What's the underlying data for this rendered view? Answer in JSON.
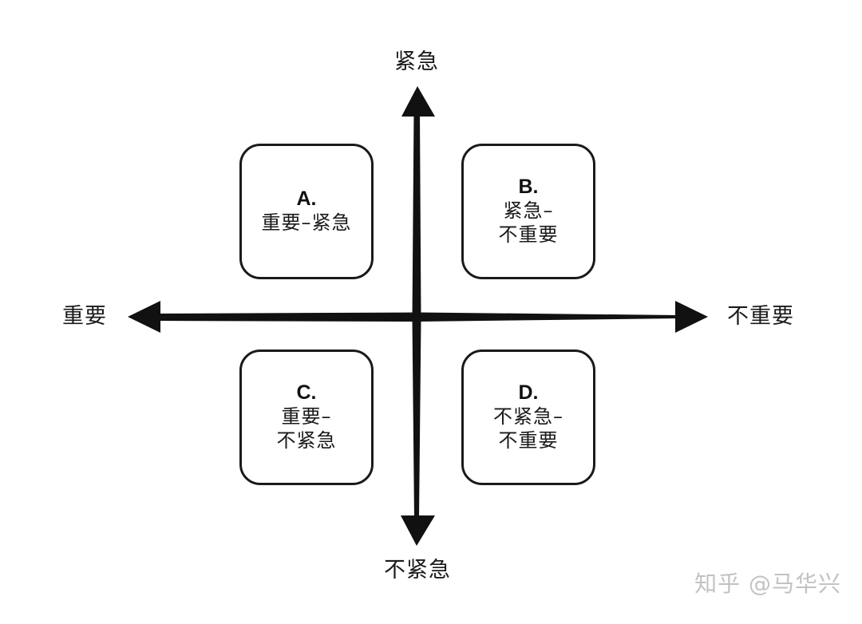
{
  "axes": {
    "top_label": "紧急",
    "bottom_label": "不紧急",
    "left_label": "重要",
    "right_label": "不重要"
  },
  "quadrants": [
    {
      "letter": "A.",
      "lines": [
        "重要–紧急"
      ]
    },
    {
      "letter": "B.",
      "lines": [
        "紧急–",
        "不重要"
      ]
    },
    {
      "letter": "C.",
      "lines": [
        "重要–",
        "不紧急"
      ]
    },
    {
      "letter": "D.",
      "lines": [
        "不紧急–",
        "不重要"
      ]
    }
  ],
  "watermark": "知乎 @马华兴",
  "colors": {
    "ink": "#111111",
    "watermark": "#c2c2c2",
    "background": "#ffffff"
  }
}
